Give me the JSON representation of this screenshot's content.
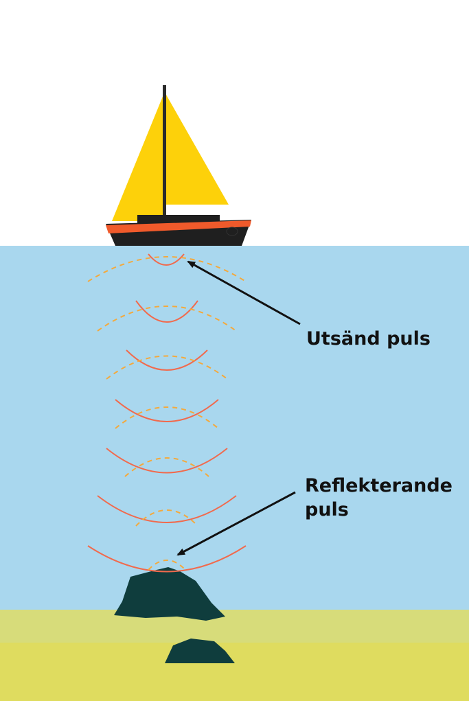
{
  "labels": {
    "emitted_pulse": "Utsänd puls",
    "reflected_pulse_line1": "Reflekterande",
    "reflected_pulse_line2": "puls"
  },
  "colors": {
    "sky": "#ffffff",
    "water": "#a9d7ee",
    "seabed_upper": "#d7dc7a",
    "seabed_lower": "#dfdc5f",
    "sail": "#fdd10a",
    "mast": "#2b2b2b",
    "hull_dark": "#1f1f1f",
    "hull_stripe": "#f05a2b",
    "rock": "#0f3d3d",
    "emitted_wave": "#f16a4d",
    "reflected_wave": "#f4a93c",
    "arrow": "#111111"
  },
  "icons": [
    "sailboat-icon",
    "rock-icon"
  ]
}
